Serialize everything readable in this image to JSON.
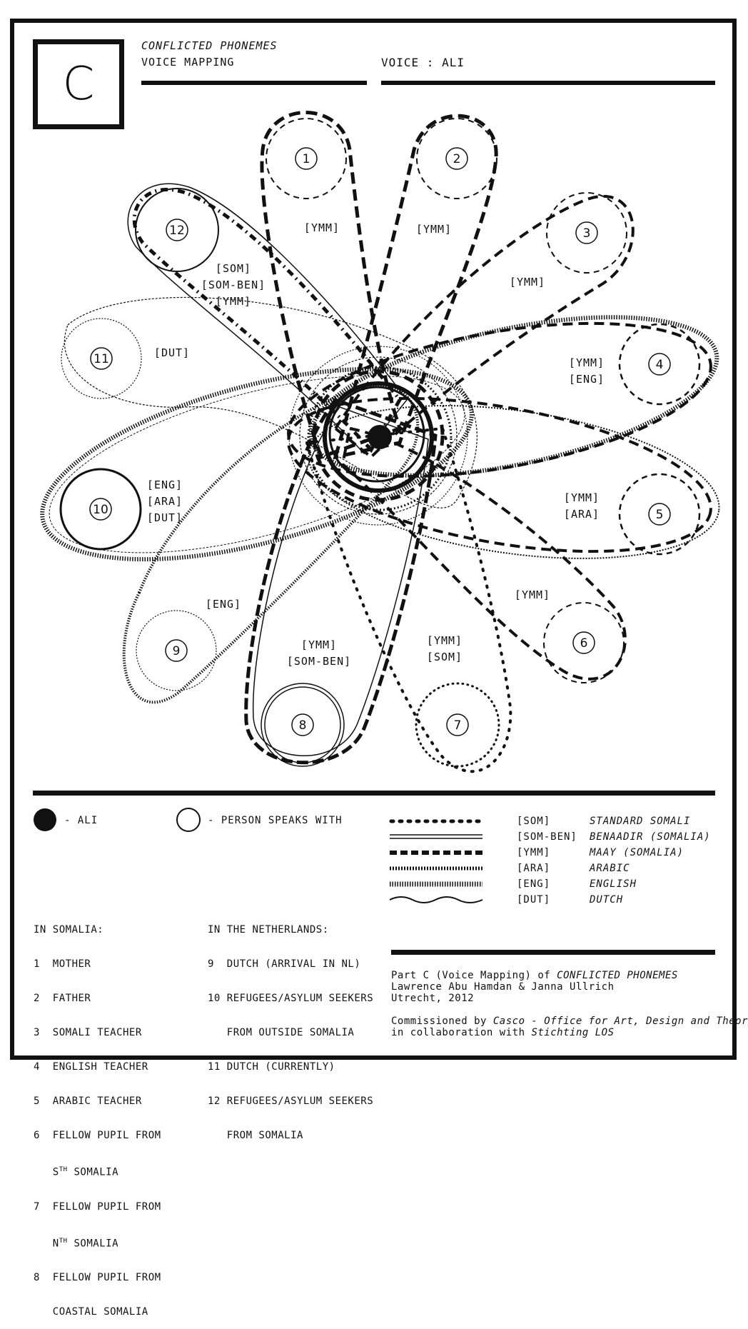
{
  "header": {
    "letter": "C",
    "title": "CONFLICTED PHONEMES",
    "subtitle": "VOICE MAPPING",
    "voice": "VOICE : ALI"
  },
  "nodes": [
    {
      "n": "1"
    },
    {
      "n": "2"
    },
    {
      "n": "3"
    },
    {
      "n": "4"
    },
    {
      "n": "5"
    },
    {
      "n": "6"
    },
    {
      "n": "7"
    },
    {
      "n": "8"
    },
    {
      "n": "9"
    },
    {
      "n": "10"
    },
    {
      "n": "11"
    },
    {
      "n": "12"
    }
  ],
  "petal_labels": {
    "p1": "[YMM]",
    "p2": "[YMM]",
    "p3": "[YMM]",
    "p4a": "[YMM]",
    "p4b": "[ENG]",
    "p5a": "[YMM]",
    "p5b": "[ARA]",
    "p6": "[YMM]",
    "p7a": "[YMM]",
    "p7b": "[SOM]",
    "p8a": "[YMM]",
    "p8b": "[SOM-BEN]",
    "p9": "[ENG]",
    "p10a": "[ENG]",
    "p10b": "[ARA]",
    "p10c": "[DUT]",
    "p11": "[DUT]",
    "p12a": "[SOM]",
    "p12b": "[SOM-BEN]",
    "p12c": "[YMM]"
  },
  "legend": {
    "ali": "- ALI",
    "person": "- PERSON SPEAKS WITH",
    "languages": [
      {
        "code": "[SOM]",
        "name": "STANDARD SOMALI",
        "line": "dotted"
      },
      {
        "code": "[SOM-BEN]",
        "name": "BENAADIR (SOMALIA)",
        "line": "double"
      },
      {
        "code": "[YMM]",
        "name": "MAAY (SOMALIA)",
        "line": "dashed"
      },
      {
        "code": "[ARA]",
        "name": "ARABIC",
        "line": "zigzag"
      },
      {
        "code": "[ENG]",
        "name": "ENGLISH",
        "line": "hatched"
      },
      {
        "code": "[DUT]",
        "name": "DUTCH",
        "line": "wavy"
      }
    ]
  },
  "somalia": {
    "heading": "IN SOMALIA:",
    "items": [
      "1  MOTHER",
      "2  FATHER",
      "3  SOMALI TEACHER",
      "4  ENGLISH TEACHER",
      "5  ARABIC TEACHER",
      "6  FELLOW PUPIL FROM",
      "   S",
      "7  FELLOW PUPIL FROM",
      "   N",
      "8  FELLOW PUPIL FROM",
      "   COASTAL SOMALIA"
    ],
    "sup_s": "TH",
    "rest_s": " SOMALIA",
    "sup_n": "TH",
    "rest_n": " SOMALIA"
  },
  "netherlands": {
    "heading": "IN THE NETHERLANDS:",
    "items": [
      "9  DUTCH (ARRIVAL IN NL)",
      "10 REFUGEES/ASYLUM SEEKERS",
      "   FROM OUTSIDE SOMALIA",
      "11 DUTCH (CURRENTLY)",
      "12 REFUGEES/ASYLUM SEEKERS",
      "   FROM SOMALIA"
    ]
  },
  "credits": {
    "line1_a": "Part C (Voice Mapping) of ",
    "line1_b": "CONFLICTED PHONEMES",
    "line2": "Lawrence Abu Hamdan & Janna Ullrich",
    "line3": "Utrecht, 2012",
    "line4_a": "Commissioned by ",
    "line4_b": "Casco - Office for Art, Design and Theory",
    "line5_a": "in collaboration with ",
    "line5_b": "Stichting LOS"
  }
}
